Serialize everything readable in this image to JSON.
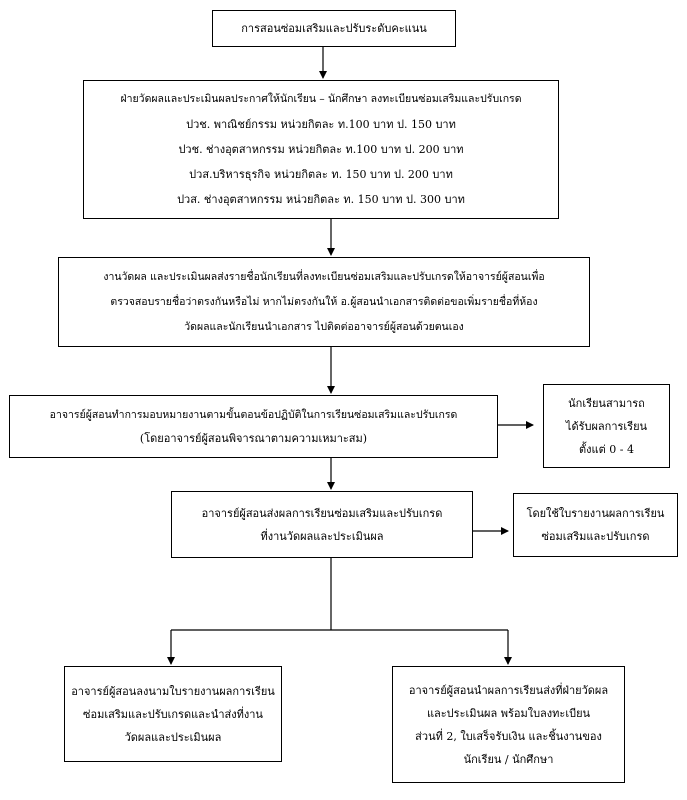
{
  "flow": {
    "title_box": {
      "lines": [
        "การสอนซ่อมเสริมและปรับระดับคะแนน"
      ]
    },
    "announce_box": {
      "lines": [
        "ฝ่ายวัดผลและประเมินผลประกาศให้นักเรียน – นักศึกษา ลงทะเบียนซ่อมเสริมและปรับเกรด",
        "ปวช.  พาณิชย์กรรม    หน่วยกิตละ  ท.100  บาท   ป.  150  บาท",
        "ปวช.  ช่างอุตสาหกรรม   หน่วยกิตละ ท.100  บาท   ป.  200  บาท",
        "ปวส.บริหารธุรกิจ    หน่วยกิตละ   ท.  150  บาท   ป.  200  บาท",
        "ปวส.  ช่างอุตสาหกรรม   หน่วยกิตละ  ท.  150  บาท   ป.  300  บาท"
      ]
    },
    "send_list_box": {
      "lines": [
        "งานวัดผล และประเมินผลส่งรายชื่อนักเรียนที่ลงทะเบียนซ่อมเสริมและปรับเกรดให้อาจารย์ผู้สอนเพื่อ",
        "ตรวจสอบรายชื่อว่าตรงกันหรือไม่ หากไม่ตรงกันให้ อ.ผู้สอนนำเอกสารติดต่อขอเพิ่มรายชื่อที่ห้อง",
        "วัดผลและนักเรียนนำเอกสาร ไปติดต่ออาจารย์ผู้สอนด้วยตนเอง"
      ]
    },
    "assign_box": {
      "lines": [
        "อาจารย์ผู้สอนทำการมอบหมายงานตามขั้นตอนข้อปฏิบัติในการเรียนซ่อมเสริมและปรับเกรด",
        "(โดยอาจารย์ผู้สอนพิจารณาตามความเหมาะสม)"
      ]
    },
    "grade_range_box": {
      "lines": [
        "นักเรียนสามารถ",
        "ได้รับผลการเรียน",
        "ตั้งแต่ 0 - 4"
      ]
    },
    "submit_box": {
      "lines": [
        "อาจารย์ผู้สอนส่งผลการเรียนซ่อมเสริมและปรับเกรด",
        "ที่งานวัดผลและประเมินผล"
      ]
    },
    "report_form_box": {
      "lines": [
        "โดยใช้ใบรายงานผลการเรียน",
        "ซ่อมเสริมและปรับเกรด"
      ]
    },
    "sign_box": {
      "lines": [
        "อาจารย์ผู้สอนลงนามใบรายงานผลการเรียน",
        "ซ่อมเสริมและปรับเกรดและนำส่งที่งาน",
        "วัดผลและประเมินผล"
      ]
    },
    "deliver_box": {
      "lines": [
        "อาจารย์ผู้สอนนำผลการเรียนส่งที่ฝ่ายวัดผล",
        "และประเมินผล พร้อมใบลงทะเบียน",
        "ส่วนที่ 2, ใบเสร็จรับเงิน และชิ้นงานของ",
        "นักเรียน / นักศึกษา"
      ]
    }
  }
}
